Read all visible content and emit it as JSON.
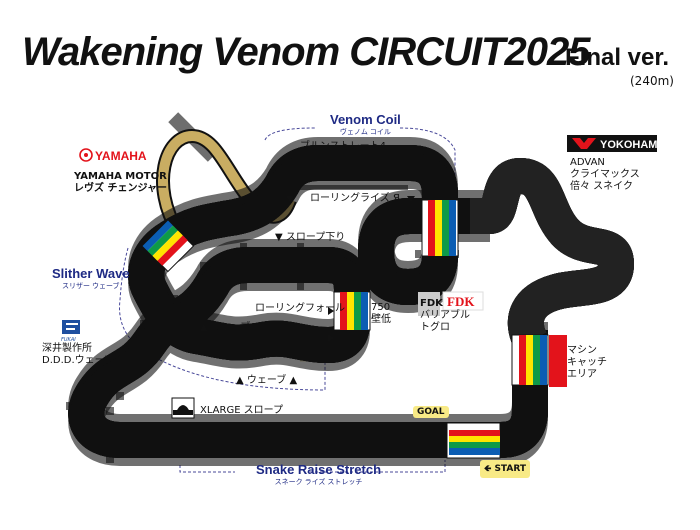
{
  "title": "Wakening Venom CIRCUIT2025",
  "version": "Final ver.",
  "length": "(240m)",
  "sections": {
    "venom_coil": {
      "en": "Venom Coil",
      "jp": "ヴェノム コイル"
    },
    "slither_wave": {
      "en": "Slither Wave",
      "jp": "スリザー ウェーブ"
    },
    "snake_raise": {
      "en": "Snake Raise Stretch",
      "jp": "スネーク ライズ ストレッチ"
    }
  },
  "sponsors": {
    "yamaha": {
      "logo": "YAMAHA",
      "name": "YAMAHA MOTOR",
      "section": "レヴズ チェンジャー"
    },
    "yokohama": {
      "logo": "YOKOHAMA",
      "name": "ADVAN",
      "section1": "クライマックス",
      "section2": "倍々 スネイク"
    },
    "fdk": {
      "logo": "FDK",
      "name": "FDK",
      "section1": "バリアブル",
      "section2": "トグロ"
    },
    "fukai": {
      "logo": "FUKAI",
      "name": "深井製作所",
      "section": "D.D.D.ウェーブ"
    },
    "xlarge": {
      "logo": "XLARGE",
      "section": "XLARGE スロープ"
    }
  },
  "labels": {
    "burun_straight": "ブルンストレート4",
    "rolling_rise": "ローリングライズ Я",
    "slope_down": "▼ スロープ下り",
    "rolling_fall": "ローリングフォール",
    "wall_750": "750",
    "wall_low": "壁低",
    "wave_1": "▲ ウェーブ",
    "wave_2": "▲ ウェーブ ▲",
    "catch_1": "マシン",
    "catch_2": "キャッチ",
    "catch_3": "エリア",
    "goal": "GOAL",
    "start": "START"
  },
  "colors": {
    "lane_red": "#e3131b",
    "lane_yellow": "#ffe500",
    "lane_green": "#0e9a48",
    "lane_blue": "#0b5db3",
    "gold": "#b8973f",
    "navy": "#1e2a84",
    "tag": "#f8ea86"
  }
}
